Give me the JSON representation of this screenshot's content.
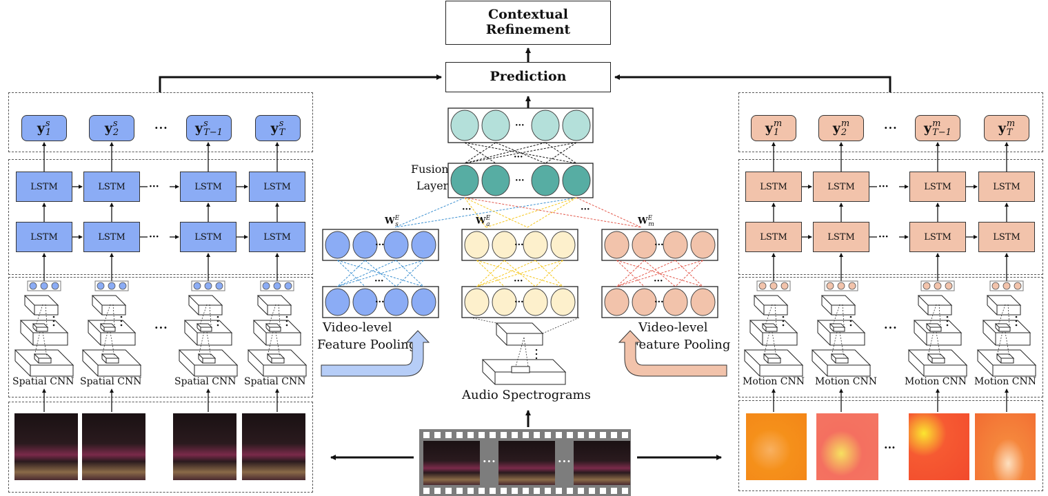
{
  "title_boxes": {
    "contextual_refinement": "Contextual Refinement",
    "prediction": "Prediction"
  },
  "spatial_stream": {
    "outputs": [
      {
        "base": "y",
        "sub": "1",
        "sup": "s"
      },
      {
        "base": "y",
        "sub": "2",
        "sup": "s"
      },
      {
        "base": "y",
        "sub": "T−1",
        "sup": "s"
      },
      {
        "base": "y",
        "sub": "T",
        "sup": "s"
      }
    ],
    "lstm_label": "LSTM",
    "cnn_label": "Spatial CNN",
    "ellipsis": "···",
    "color": "#8bacf5"
  },
  "motion_stream": {
    "outputs": [
      {
        "base": "y",
        "sub": "1",
        "sup": "m"
      },
      {
        "base": "y",
        "sub": "2",
        "sup": "m"
      },
      {
        "base": "y",
        "sub": "T−1",
        "sup": "m"
      },
      {
        "base": "y",
        "sub": "T",
        "sup": "m"
      }
    ],
    "lstm_label": "LSTM",
    "cnn_label": "Motion CNN",
    "ellipsis": "···",
    "color": "#f2c3ab"
  },
  "center": {
    "fusion_label_line1": "Fusion",
    "fusion_label_line2": "Layer",
    "pooling_left_line1": "Video-level",
    "pooling_left_line2": "Feature Pooling",
    "pooling_right_line1": "Video-level",
    "pooling_right_line2": "Feature Pooling",
    "audio_label": "Audio Spectrograms",
    "weights": [
      {
        "base": "W",
        "sup": "E",
        "sub": "s"
      },
      {
        "base": "W",
        "sup": "E",
        "sub": "a"
      },
      {
        "base": "W",
        "sup": "E",
        "sub": "m"
      }
    ],
    "ellipsis": "···",
    "colors": {
      "spatial": "#8bacf5",
      "audio": "#fdf0cc",
      "motion": "#f2c3ab",
      "fusion": "#57ada3",
      "output": "#b4e0da",
      "spatial_lines": "#3a8fd0",
      "audio_lines": "#f5c518",
      "motion_lines": "#e2574a"
    }
  },
  "film_strip": {
    "ellipsis": "···"
  }
}
